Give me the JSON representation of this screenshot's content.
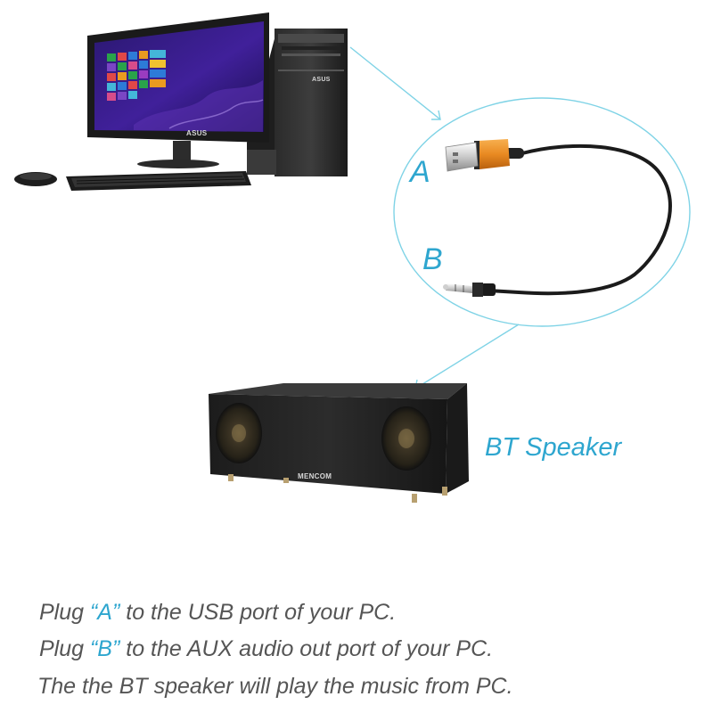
{
  "labels": {
    "a": "A",
    "b": "B",
    "speaker": "BT Speaker"
  },
  "brands": {
    "monitor": "ASUS",
    "tower": "ASUS",
    "speaker": "MENCOM"
  },
  "instructions": [
    {
      "pre": "Plug ",
      "quote": "“A”",
      "post": " to the USB port of your PC."
    },
    {
      "pre": "Plug ",
      "quote": "“B”",
      "post": " to the AUX audio out port of your PC."
    },
    {
      "pre": "The the BT speaker will play the music from PC.",
      "quote": "",
      "post": ""
    }
  ],
  "colors": {
    "accent": "#2ea6cf",
    "instruction_text": "#555555",
    "usb_plug": "#e98a22"
  }
}
